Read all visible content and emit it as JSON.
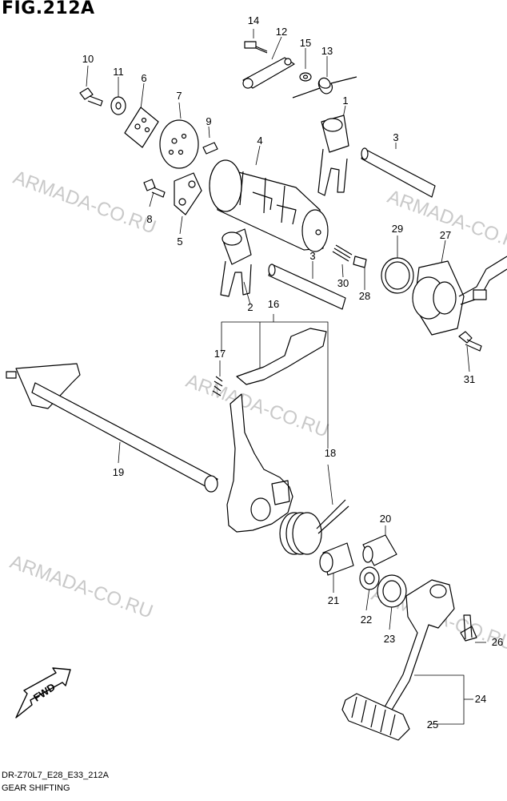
{
  "title": "FIG.212A",
  "footer": {
    "code": "DR-Z70L7_E28_E33_212A",
    "caption": "GEAR SHIFTING"
  },
  "watermark": "ARMADA-CO.RU",
  "fwd_label": "FWD",
  "callouts": [
    {
      "id": "c1",
      "text": "1"
    },
    {
      "id": "c2",
      "text": "2"
    },
    {
      "id": "c3a",
      "text": "3"
    },
    {
      "id": "c3b",
      "text": "3"
    },
    {
      "id": "c4",
      "text": "4"
    },
    {
      "id": "c5",
      "text": "5"
    },
    {
      "id": "c6",
      "text": "6"
    },
    {
      "id": "c7",
      "text": "7"
    },
    {
      "id": "c8",
      "text": "8"
    },
    {
      "id": "c9",
      "text": "9"
    },
    {
      "id": "c10",
      "text": "10"
    },
    {
      "id": "c11",
      "text": "11"
    },
    {
      "id": "c12",
      "text": "12"
    },
    {
      "id": "c13",
      "text": "13"
    },
    {
      "id": "c14",
      "text": "14"
    },
    {
      "id": "c15",
      "text": "15"
    },
    {
      "id": "c16",
      "text": "16"
    },
    {
      "id": "c17",
      "text": "17"
    },
    {
      "id": "c18",
      "text": "18"
    },
    {
      "id": "c19",
      "text": "19"
    },
    {
      "id": "c20",
      "text": "20"
    },
    {
      "id": "c21",
      "text": "21"
    },
    {
      "id": "c22",
      "text": "22"
    },
    {
      "id": "c23",
      "text": "23"
    },
    {
      "id": "c24",
      "text": "24"
    },
    {
      "id": "c25",
      "text": "25"
    },
    {
      "id": "c26",
      "text": "26"
    },
    {
      "id": "c27",
      "text": "27"
    },
    {
      "id": "c28",
      "text": "28"
    },
    {
      "id": "c29",
      "text": "29"
    },
    {
      "id": "c30",
      "text": "30"
    },
    {
      "id": "c31",
      "text": "31"
    }
  ]
}
